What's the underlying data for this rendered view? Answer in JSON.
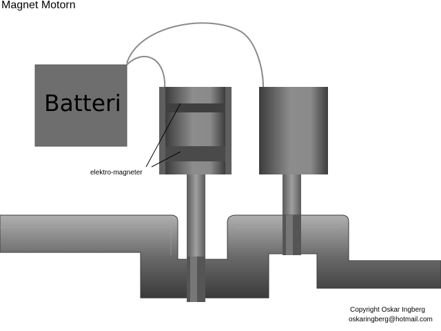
{
  "title": "Magnet Motorn",
  "battery": {
    "label": "Batteri"
  },
  "annotation": {
    "label": "elektro-magneter"
  },
  "footer": {
    "copyright": "Copyright Oskar Ingberg",
    "email": "oskaringberg@hotmail.com"
  },
  "colors": {
    "battery": "#6e6e6e",
    "metal_dark": "#4a4a4a",
    "metal_mid": "#8a8a8a",
    "metal_light": "#b4b4b4",
    "wire": "#808080"
  }
}
